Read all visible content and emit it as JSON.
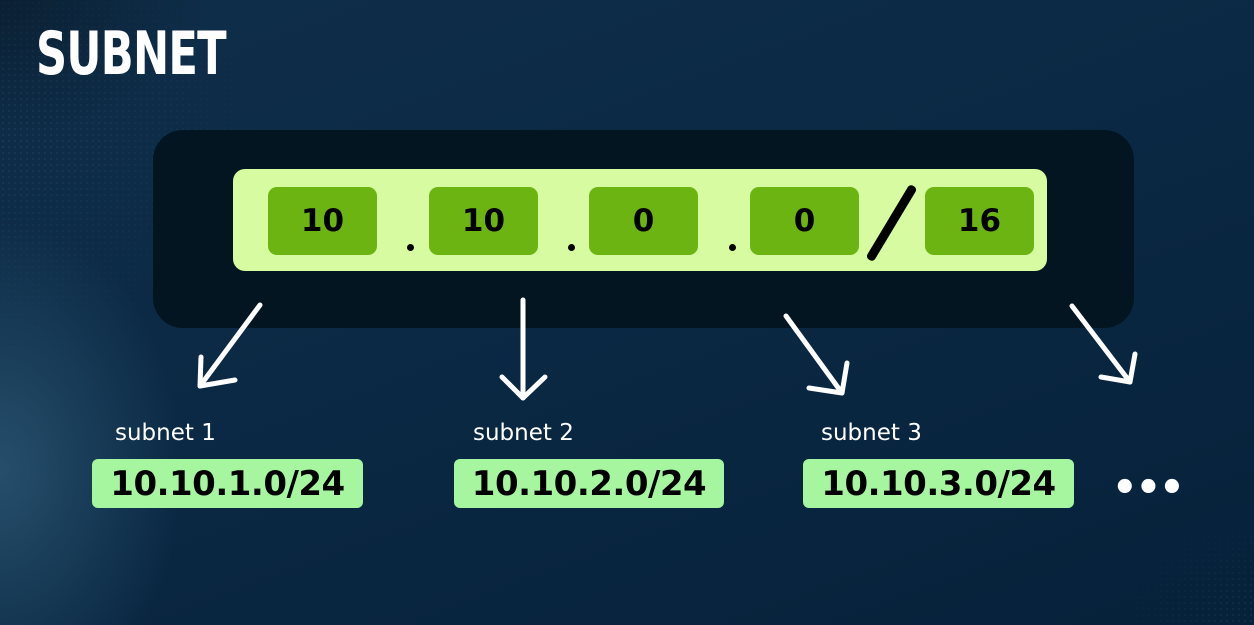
{
  "title": "SUBNET",
  "address": {
    "octets": [
      "10",
      "10",
      "0",
      "0"
    ],
    "separator": ".",
    "prefix_separator": "/",
    "prefix": "16"
  },
  "subnets": [
    {
      "label": "subnet 1",
      "cidr": "10.10.1.0/24"
    },
    {
      "label": "subnet 2",
      "cidr": "10.10.2.0/24"
    },
    {
      "label": "subnet 3",
      "cidr": "10.10.3.0/24"
    }
  ],
  "more": "•••",
  "colors": {
    "background": "#0b2944",
    "panel": "#021521",
    "ip_bar": "#d6fba0",
    "octet": "#6cb412",
    "subnet_badge": "#a6f6a0",
    "arrow": "#ffffff",
    "text_light": "#ffffff"
  }
}
